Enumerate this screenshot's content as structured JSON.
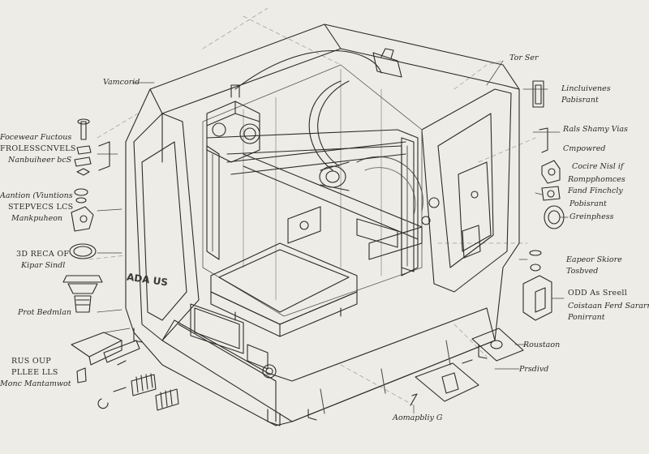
{
  "diagram": {
    "brand_mark": "ADA US",
    "labels": {
      "top_left": "Vamcorid",
      "top_right": "Tor Ser",
      "left_1a": "Focewear Fuctous",
      "left_1b": "FROLESSCNVELS",
      "left_1c": "Nanbuiheer bcS",
      "left_2a": "Aantion (Viuntions",
      "left_2b": "STEPVECS LCS",
      "left_2c": "Mankpuheon",
      "left_3a": "3D RECA OF",
      "left_3b": "Kipar Sindl",
      "left_4": "Prot Bedmlan",
      "left_5a": "RUS OUP",
      "left_5b": "PLLEE LLS",
      "left_5c": "Monc Mantamwot",
      "right_1a": "Lincluivenes",
      "right_1b": "Pabisrant",
      "right_2a": "Rals Shamy Vias",
      "right_2b": "Cmpowred",
      "right_3a": "Cocire Nisl if",
      "right_3b": "Rompphomces",
      "right_3c": "Fand Finchcly",
      "right_3d": "Pobisrant",
      "right_3e": "Greinphess",
      "right_4a": "Eapeor Skiore",
      "right_4b": "Tosbved",
      "right_5a": "ODD As Sreell",
      "right_5b": "Coistaan Ferd Sararrel",
      "right_5c": "Ponirrant",
      "right_6": "Roustaon",
      "right_7": "Prsdivd",
      "bottom": "Aomapbliy G"
    }
  }
}
